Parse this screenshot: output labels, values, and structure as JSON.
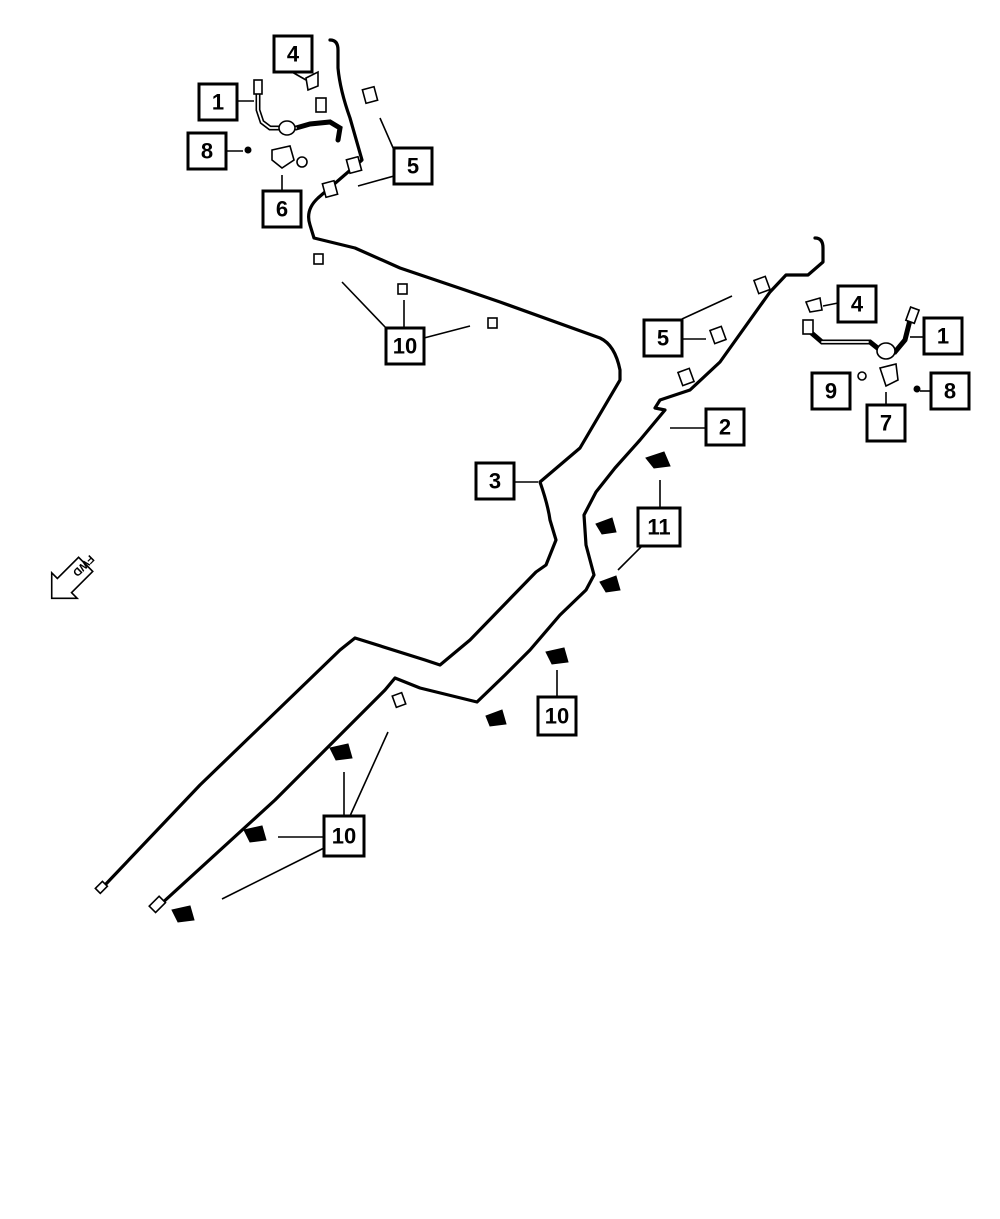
{
  "callouts": {
    "c1_left": "1",
    "c4_left": "4",
    "c8_left": "8",
    "c5_left": "5",
    "c6": "6",
    "c10_top": "10",
    "c5_right": "5",
    "c4_right": "4",
    "c1_right": "1",
    "c9": "9",
    "c8_right": "8",
    "c7": "7",
    "c2": "2",
    "c3": "3",
    "c11": "11",
    "c10_mid": "10",
    "c10_bottom": "10"
  },
  "fwd_arrow": {
    "label": "FWD",
    "icon": "fwd-arrow-icon"
  }
}
